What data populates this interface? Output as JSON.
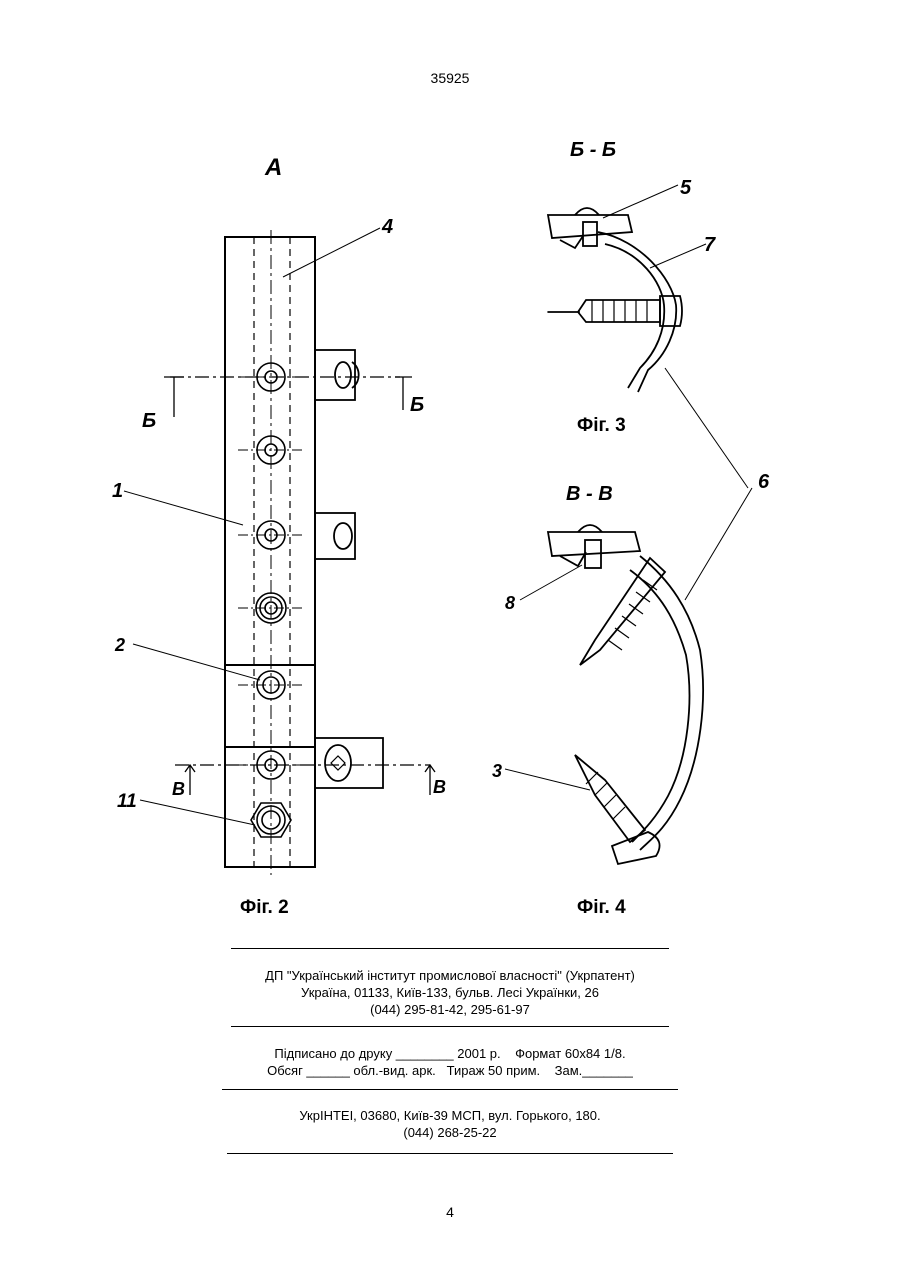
{
  "header": {
    "page_number": "35925"
  },
  "figures": {
    "fig2": {
      "view_label": "А",
      "caption": "Фіг. 2",
      "section_bb": "Б",
      "section_vv": "В",
      "callouts": {
        "c1": "1",
        "c2": "2",
        "c4": "4",
        "c11": "11"
      }
    },
    "fig3": {
      "section_title": "Б - Б",
      "caption": "Фіг. 3",
      "callouts": {
        "c5": "5",
        "c7": "7"
      }
    },
    "fig4": {
      "section_title": "В - В",
      "caption": "Фіг. 4",
      "callouts": {
        "c6": "6",
        "c8": "8",
        "c3": "3"
      }
    }
  },
  "imprint": {
    "publisher": [
      "ДП \"Український інститут промислової власності\" (Укрпатент)",
      "Україна, 01133, Київ-133, бульв. Лесі Українки, 26",
      "(044) 295-81-42, 295-61-97"
    ],
    "print_info": [
      "Підписано до друку ________ 2001 р.    Формат 60х84 1/8.",
      "Обсяг ______ обл.-вид. арк.   Тираж 50 прим.    Зам._______"
    ],
    "printer": [
      "УкрІНТЕІ, 03680, Київ-39 МСП, вул. Горького, 180.",
      "(044) 268-25-22"
    ]
  },
  "footer": {
    "page_number": "4"
  }
}
